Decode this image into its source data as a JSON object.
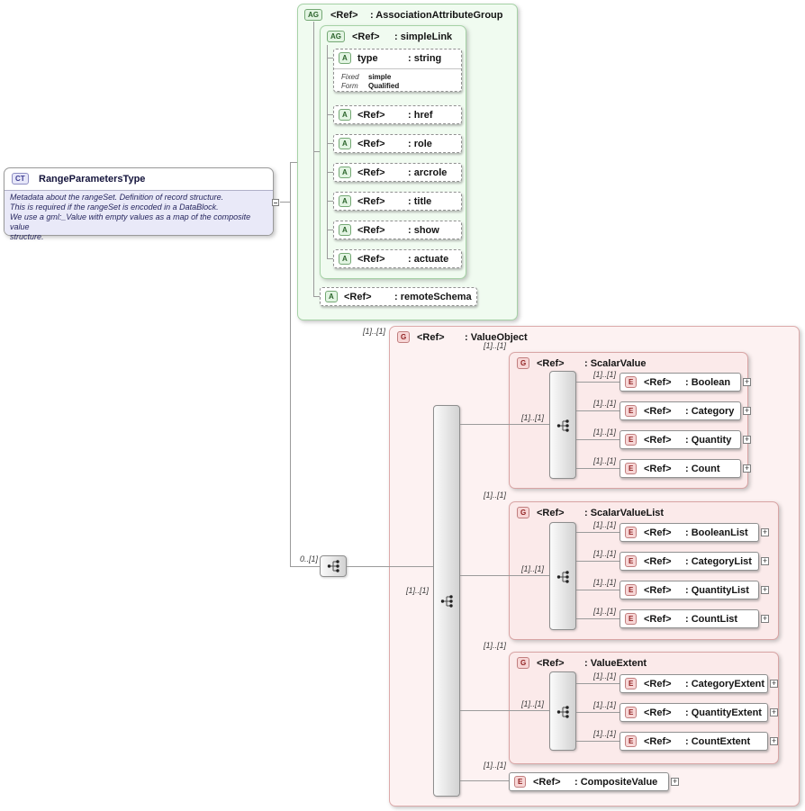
{
  "icons": {
    "expand": "+"
  },
  "ct": {
    "badge": "CT",
    "title": "RangeParametersType",
    "doc": "Metadata about the rangeSet.  Definition of record structure.\nThis is required if the rangeSet is encoded in a DataBlock.\nWe use a gml:_Value with empty values as a map of the composite value\nstructure."
  },
  "ag": {
    "badge": "AG",
    "name": "<Ref>",
    "type": ": AssociationAttributeGroup",
    "simpleLink": {
      "badge": "AG",
      "name": "<Ref>",
      "type": ": simpleLink",
      "attrs": [
        {
          "badge": "A",
          "name": "type",
          "type": ": string"
        },
        {
          "badge": "A",
          "name": "<Ref>",
          "type": ": href"
        },
        {
          "badge": "A",
          "name": "<Ref>",
          "type": ": role"
        },
        {
          "badge": "A",
          "name": "<Ref>",
          "type": ": arcrole"
        },
        {
          "badge": "A",
          "name": "<Ref>",
          "type": ": title"
        },
        {
          "badge": "A",
          "name": "<Ref>",
          "type": ": show"
        },
        {
          "badge": "A",
          "name": "<Ref>",
          "type": ": actuate"
        }
      ],
      "facets": {
        "fixed_label": "Fixed",
        "fixed_value": "simple",
        "form_label": "Form",
        "form_value": "Qualified"
      }
    },
    "remoteSchema": {
      "badge": "A",
      "name": "<Ref>",
      "type": ": remoteSchema"
    }
  },
  "vo": {
    "badge": "G",
    "name": "<Ref>",
    "type": ": ValueObject",
    "cardinality": "[1]..[1]",
    "choice_cardinality": "0..[1]",
    "sequence_cardinality": "[1]..[1]",
    "groups": [
      {
        "badge": "G",
        "name": "<Ref>",
        "type": ": ScalarValue",
        "cardinality": "[1]..[1]",
        "seq_cardinality": "[1]..[1]",
        "elements": [
          {
            "badge": "E",
            "name": "<Ref>",
            "type": ": Boolean",
            "cardinality": "[1]..[1]"
          },
          {
            "badge": "E",
            "name": "<Ref>",
            "type": ": Category",
            "cardinality": "[1]..[1]"
          },
          {
            "badge": "E",
            "name": "<Ref>",
            "type": ": Quantity",
            "cardinality": "[1]..[1]"
          },
          {
            "badge": "E",
            "name": "<Ref>",
            "type": ": Count",
            "cardinality": "[1]..[1]"
          }
        ]
      },
      {
        "badge": "G",
        "name": "<Ref>",
        "type": ": ScalarValueList",
        "cardinality": "[1]..[1]",
        "seq_cardinality": "[1]..[1]",
        "elements": [
          {
            "badge": "E",
            "name": "<Ref>",
            "type": ": BooleanList",
            "cardinality": "[1]..[1]"
          },
          {
            "badge": "E",
            "name": "<Ref>",
            "type": ": CategoryList",
            "cardinality": "[1]..[1]"
          },
          {
            "badge": "E",
            "name": "<Ref>",
            "type": ": QuantityList",
            "cardinality": "[1]..[1]"
          },
          {
            "badge": "E",
            "name": "<Ref>",
            "type": ": CountList",
            "cardinality": "[1]..[1]"
          }
        ]
      },
      {
        "badge": "G",
        "name": "<Ref>",
        "type": ": ValueExtent",
        "cardinality": "[1]..[1]",
        "seq_cardinality": "[1]..[1]",
        "elements": [
          {
            "badge": "E",
            "name": "<Ref>",
            "type": ": CategoryExtent",
            "cardinality": "[1]..[1]"
          },
          {
            "badge": "E",
            "name": "<Ref>",
            "type": ": QuantityExtent",
            "cardinality": "[1]..[1]"
          },
          {
            "badge": "E",
            "name": "<Ref>",
            "type": ": CountExtent",
            "cardinality": "[1]..[1]"
          }
        ]
      }
    ],
    "composite": {
      "badge": "E",
      "name": "<Ref>",
      "type": ": CompositeValue",
      "cardinality": "[1]..[1]"
    }
  }
}
